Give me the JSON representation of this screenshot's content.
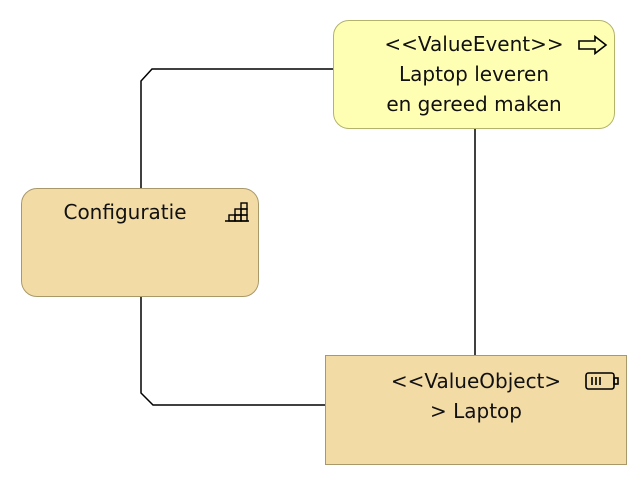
{
  "diagram": {
    "nodes": {
      "value_event": {
        "line1": "<<ValueEvent>>",
        "line2": "Laptop leveren",
        "line3": "en gereed maken",
        "icon": "arrow-right-outline-icon",
        "fill": "#ffffb4",
        "border": "#b3b36b"
      },
      "configuration": {
        "line1": "Configuratie",
        "icon": "capability-steps-icon",
        "fill": "#f3dba6",
        "border": "#a9996a"
      },
      "value_object": {
        "line1": "<<ValueObject>",
        "line2": "> Laptop",
        "icon": "battery-icon",
        "fill": "#f3dba6",
        "border": "#a9996a"
      }
    },
    "connections": [
      {
        "from": "configuration",
        "to": "value_event"
      },
      {
        "from": "configuration",
        "to": "value_object"
      },
      {
        "from": "value_event",
        "to": "value_object"
      }
    ]
  }
}
